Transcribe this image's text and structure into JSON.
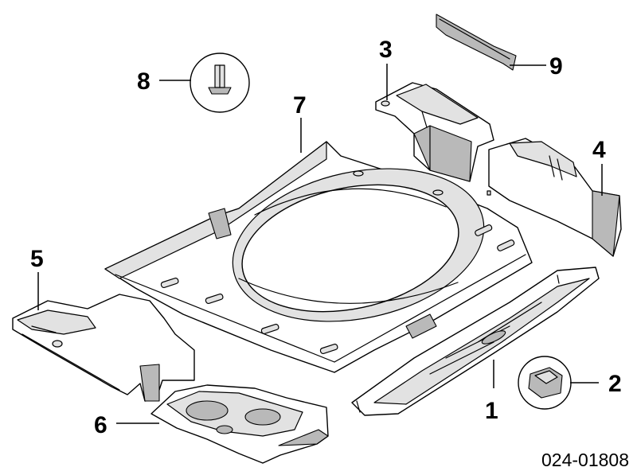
{
  "diagram": {
    "callouts": [
      {
        "id": "1",
        "label": "1"
      },
      {
        "id": "2",
        "label": "2"
      },
      {
        "id": "3",
        "label": "3"
      },
      {
        "id": "4",
        "label": "4"
      },
      {
        "id": "5",
        "label": "5"
      },
      {
        "id": "6",
        "label": "6"
      },
      {
        "id": "7",
        "label": "7"
      },
      {
        "id": "8",
        "label": "8"
      },
      {
        "id": "9",
        "label": "9"
      }
    ],
    "reference_number": "024-01808"
  }
}
